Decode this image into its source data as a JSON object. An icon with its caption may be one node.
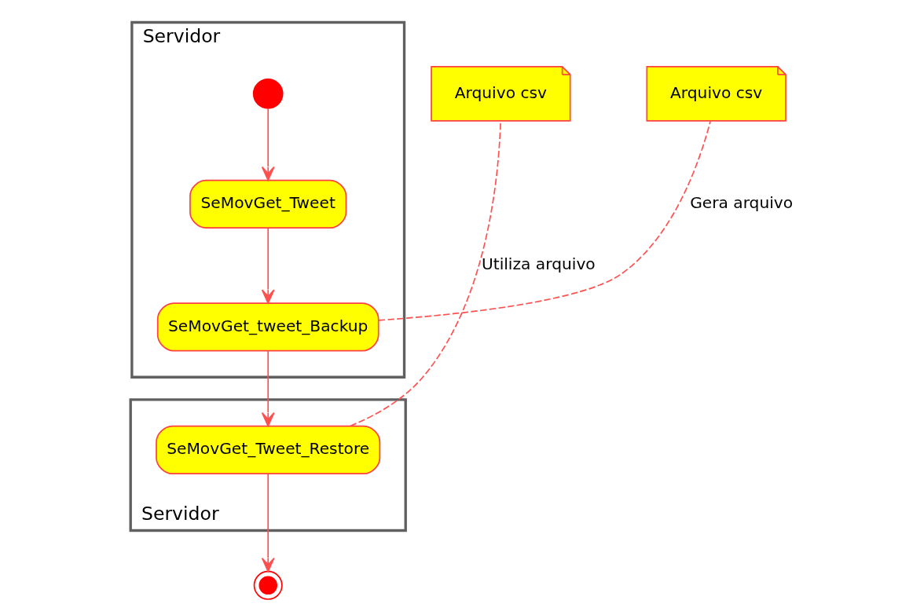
{
  "diagram": {
    "nodes": [
      {
        "text": [
          "Servidor"
        ]
      },
      {
        "text": [],
        "shape": "circle",
        "in": 0
      },
      {
        "text": [
          "SeMovGet_Tweet"
        ],
        "in": 0
      },
      {
        "text": [
          "SeMovGet_tweet_Backup"
        ],
        "in": 0
      },
      {
        "text": [
          "Arquivo csv"
        ]
      },
      {
        "text": [
          "Servidor"
        ]
      },
      {
        "text": [
          "SeMovGet_Tweet_Restore"
        ],
        "in": 5
      },
      {
        "text": [
          "Arquivo csv"
        ]
      },
      {
        "text": [],
        "shape": "circle"
      }
    ],
    "edges": [
      {
        "from": 1,
        "to": 2,
        "arrow": "to"
      },
      {
        "from": 2,
        "to": 3,
        "arrow": "to"
      },
      {
        "from": 3,
        "to": 6,
        "arrow": "to"
      },
      {
        "from": 3,
        "to": 4,
        "arrow": "none",
        "style": "dashed",
        "label": "Gera arquivo"
      },
      {
        "from": 6,
        "to": 7,
        "arrow": "none",
        "style": "dashed",
        "label": "Utiliza arquivo"
      },
      {
        "from": 6,
        "to": 8,
        "arrow": "to"
      }
    ]
  }
}
